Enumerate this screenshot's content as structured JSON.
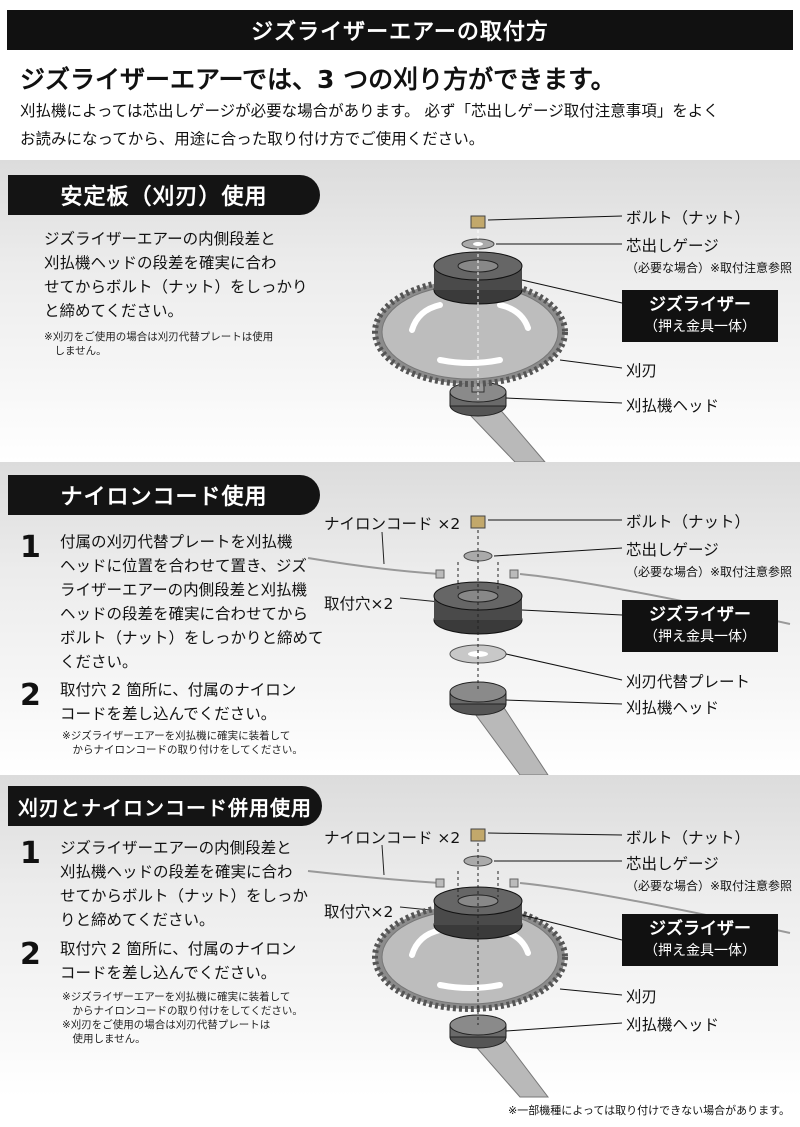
{
  "header": {
    "title": "ジズライザーエアーの取付方"
  },
  "headline": "ジズライザーエアーでは、3 つの刈り方ができます。",
  "intro": {
    "line1": "刈払機によっては芯出しゲージが必要な場合があります。 必ず「芯出しゲージ取付注意事項」をよく",
    "line2": "お読みになってから、用途に合った取り付け方でご使用ください。"
  },
  "sections": [
    {
      "title": "安定板（刈刃）使用",
      "text": [
        "ジズライザーエアーの内側段差と",
        "刈払機ヘッドの段差を確実に合わ",
        "せてからボルト（ナット）をしっかり",
        "と締めてください。"
      ],
      "notes": [
        "※刈刃をご使用の場合は刈刃代替プレートは使用",
        "　しません。"
      ],
      "labels": {
        "bolt": "ボルト（ナット）",
        "gauge": "芯出しゲージ",
        "gauge_note": "（必要な場合）※取付注意参照",
        "box1": "ジズライザー",
        "box2": "（押え金具一体）",
        "blade": "刈刃",
        "head": "刈払機ヘッド"
      }
    },
    {
      "title": "ナイロンコード使用",
      "step1_num": "1",
      "step1": [
        "付属の刈刃代替プレートを刈払機",
        "ヘッドに位置を合わせて置き、ジズ",
        "ライザーエアーの内側段差と刈払機",
        "ヘッドの段差を確実に合わせてから",
        "ボルト（ナット）をしっかりと締めて",
        "ください。"
      ],
      "step2_num": "2",
      "step2": [
        "取付穴 2 箇所に、付属のナイロン",
        "コードを差し込んでください。"
      ],
      "notes": [
        "※ジズライザーエアーを刈払機に確実に装着して",
        "　からナイロンコードの取り付けをしてください。"
      ],
      "labels": {
        "cord": "ナイロンコード ×2",
        "hole": "取付穴×2",
        "bolt": "ボルト（ナット）",
        "gauge": "芯出しゲージ",
        "gauge_note": "（必要な場合）※取付注意参照",
        "box1": "ジズライザー",
        "box2": "（押え金具一体）",
        "plate": "刈刃代替プレート",
        "head": "刈払機ヘッド"
      }
    },
    {
      "title": "刈刃とナイロンコード併用使用",
      "step1_num": "1",
      "step1": [
        "ジズライザーエアーの内側段差と",
        "刈払機ヘッドの段差を確実に合わ",
        "せてからボルト（ナット）をしっか",
        "りと締めてください。"
      ],
      "step2_num": "2",
      "step2": [
        "取付穴 2 箇所に、付属のナイロン",
        "コードを差し込んでください。"
      ],
      "notes": [
        "※ジズライザーエアーを刈払機に確実に装着して",
        "　からナイロンコードの取り付けをしてください。",
        "※刈刃をご使用の場合は刈刃代替プレートは",
        "　使用しません。"
      ],
      "labels": {
        "cord": "ナイロンコード ×2",
        "hole": "取付穴×2",
        "bolt": "ボルト（ナット）",
        "gauge": "芯出しゲージ",
        "gauge_note": "（必要な場合）※取付注意参照",
        "box1": "ジズライザー",
        "box2": "（押え金具一体）",
        "blade": "刈刃",
        "head": "刈払機ヘッド"
      }
    }
  ],
  "footer": "※一部機種によっては取り付けできない場合があります。",
  "colors": {
    "dark": "#111111",
    "steel": "#b5b5b5",
    "red_accent": "#c0392b"
  }
}
